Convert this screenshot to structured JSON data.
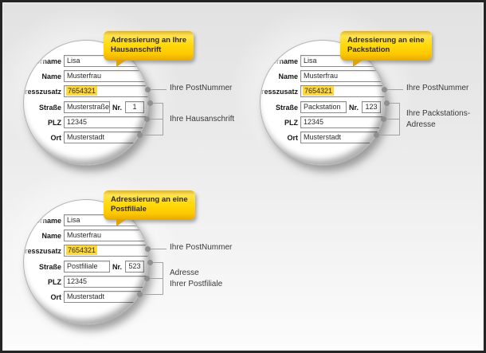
{
  "colors": {
    "banner_yellow": "#ffd90a",
    "banner_edge": "#e8a800",
    "highlight_yellow": "#ffd83c",
    "frame_border": "#242424",
    "connector_gray": "#a2a2a2",
    "background_gray": "#e8e8e8"
  },
  "form_labels": {
    "vorname": "Vorname",
    "name": "Name",
    "adresszusatz": "Adresszusatz",
    "strasse": "Straße",
    "nr": "Nr.",
    "plz": "PLZ",
    "ort": "Ort"
  },
  "groups": [
    {
      "banner": {
        "line1": "Adressierung an Ihre",
        "line2": "Hausanschrift"
      },
      "fields": {
        "vorname": "Lisa",
        "name": "Musterfrau",
        "adresszusatz": "7654321",
        "strasse": "Musterstraße",
        "nr": "1",
        "plz": "12345",
        "ort": "Musterstadt"
      },
      "annotations": {
        "postnummer": "Ihre PostNummer",
        "address": [
          "Ihre Hausanschrift"
        ]
      }
    },
    {
      "banner": {
        "line1": "Adressierung an eine",
        "line2": "Packstation"
      },
      "fields": {
        "vorname": "Lisa",
        "name": "Musterfrau",
        "adresszusatz": "7654321",
        "strasse": "Packstation",
        "nr": "123",
        "plz": "12345",
        "ort": "Musterstadt"
      },
      "annotations": {
        "postnummer": "Ihre PostNummer",
        "address": [
          "Ihre Packstations-",
          "Adresse"
        ]
      }
    },
    {
      "banner": {
        "line1": "Adressierung an eine",
        "line2": "Postfiliale"
      },
      "fields": {
        "vorname": "Lisa",
        "name": "Musterfrau",
        "adresszusatz": "7654321",
        "strasse": "Postfiliale",
        "nr": "523",
        "plz": "12345",
        "ort": "Musterstadt"
      },
      "annotations": {
        "postnummer": "Ihre PostNummer",
        "address": [
          "Adresse",
          "Ihrer Postfiliale"
        ]
      }
    }
  ]
}
